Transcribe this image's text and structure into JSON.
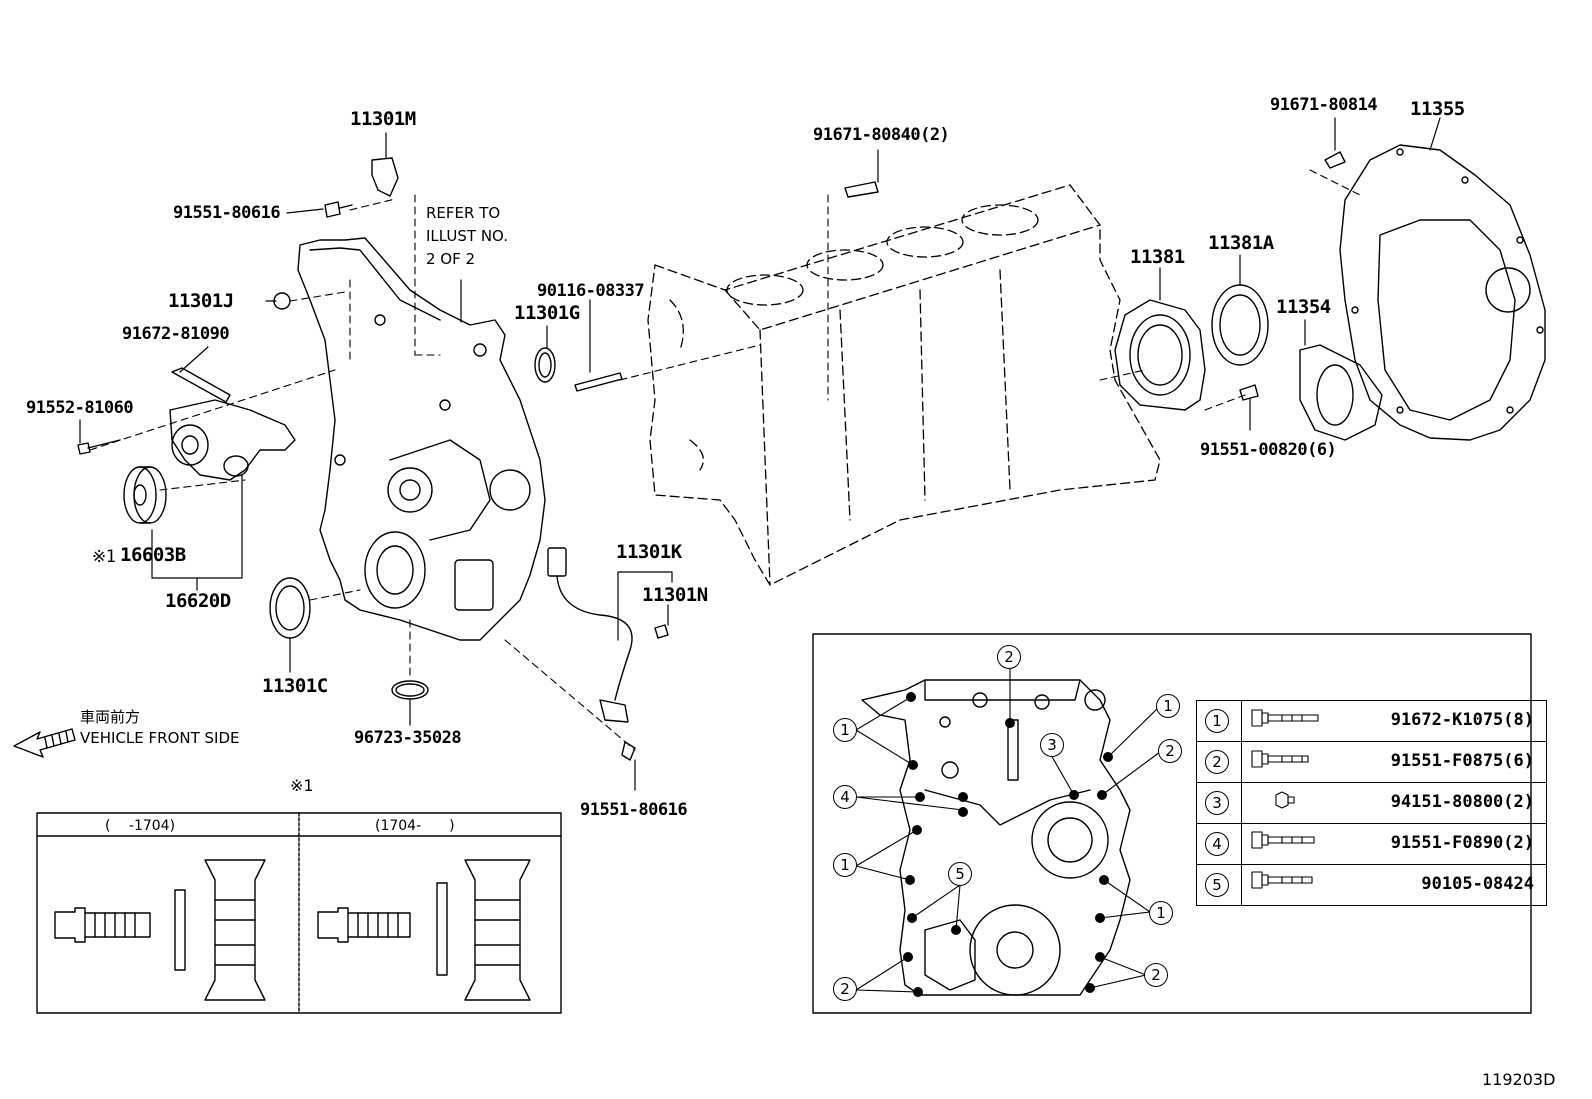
{
  "labels": {
    "p11301M": "11301M",
    "p91551_80616_top": "91551-80616",
    "p11301J": "11301J",
    "p91672_81090": "91672-81090",
    "p91552_81060": "91552-81060",
    "p16603B": "16603B",
    "p16603B_mark": "※1",
    "p16620D": "16620D",
    "p11301C": "11301C",
    "p96723_35028": "96723-35028",
    "p11301G": "11301G",
    "p90116_08337": "90116-08337",
    "p11301K": "11301K",
    "p11301N": "11301N",
    "p91551_80616_bot": "91551-80616",
    "p91671_80840": "91671-80840(2)",
    "p11381": "11381",
    "p11381A": "11381A",
    "p11354": "11354",
    "p91551_00820": "91551-00820(6)",
    "p91671_80814": "91671-80814",
    "p11355": "11355"
  },
  "refer_note": [
    "REFER TO",
    "ILLUST NO.",
    "2 OF 2"
  ],
  "front_note": {
    "japanese": "車両前方",
    "english": "VEHICLE FRONT SIDE"
  },
  "inset_bottom": {
    "mark": "※1",
    "col_left": "(　 -1704)",
    "col_right": "(1704-　　)"
  },
  "legend": [
    {
      "num": "1",
      "part": "91672-K1075(8)"
    },
    {
      "num": "2",
      "part": "91551-F0875(6)"
    },
    {
      "num": "3",
      "part": "94151-80800(2)"
    },
    {
      "num": "4",
      "part": "91551-F0890(2)"
    },
    {
      "num": "5",
      "part": "90105-08424"
    }
  ],
  "callouts": [
    "1",
    "2",
    "1",
    "2",
    "3",
    "4",
    "1",
    "5",
    "1",
    "2",
    "2"
  ],
  "illust_id": "119203D",
  "colors": {
    "line": "#000000",
    "background": "#ffffff",
    "bolt_dot": "#000000"
  }
}
